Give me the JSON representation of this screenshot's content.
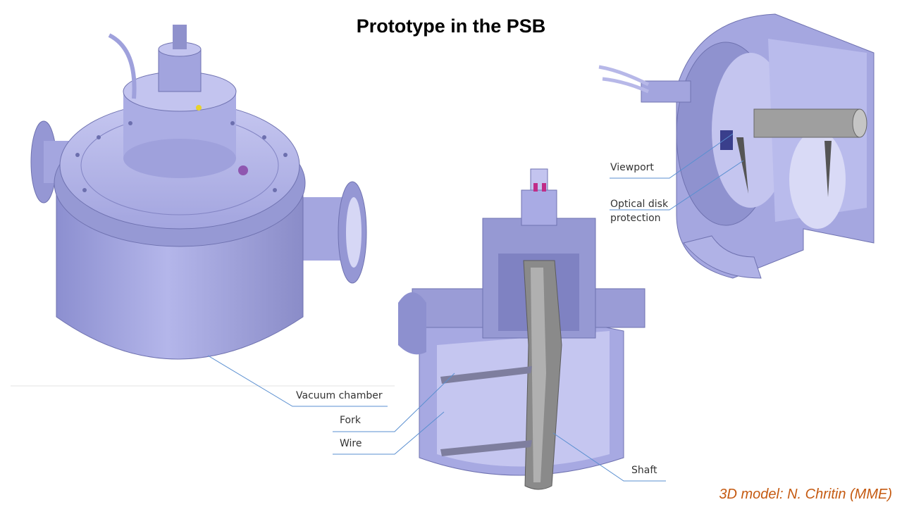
{
  "slide": {
    "title": "Prototype in the PSB",
    "credit": "3D model: N. Chritin (MME)"
  },
  "labels": {
    "viewport": "Viewport",
    "optical_disk_line1": "Optical disk",
    "optical_disk_line2": "protection",
    "vacuum_chamber": "Vacuum chamber",
    "fork": "Fork",
    "wire": "Wire",
    "shaft": "Shaft"
  },
  "colors": {
    "body": "#a9abe0",
    "body_dark": "#7f82c2",
    "body_light": "#c9caf0",
    "inner": "#b8b9ec",
    "metal": "#9a9a9a",
    "leader": "#5a8fd0",
    "credit": "#c55a11"
  }
}
